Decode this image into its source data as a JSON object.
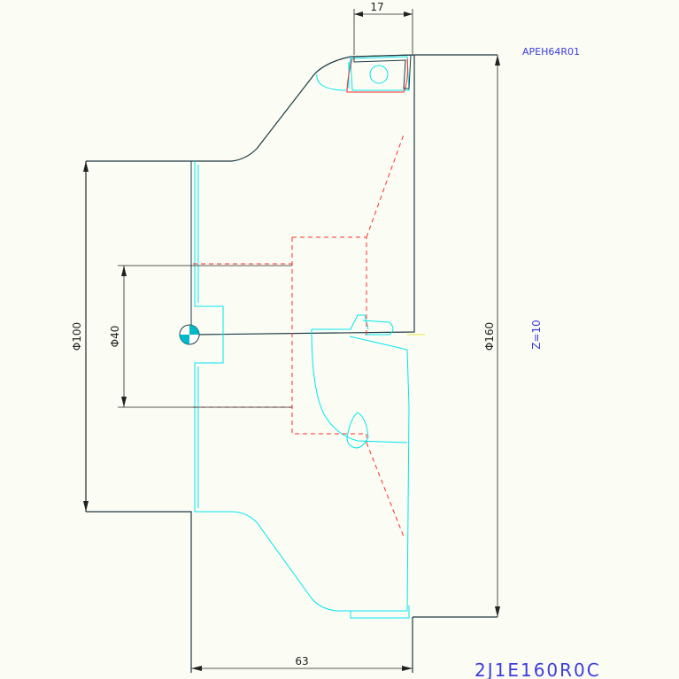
{
  "colors": {
    "background": "#fbfdf4",
    "outline": "#1c3a44",
    "insert": "#00e5f0",
    "hidden": "#ff2a2a",
    "dimension": "#222222",
    "annotation": "#3c3cdc"
  },
  "dimensions": {
    "insert_width": "17",
    "bore_diameter": "Φ40",
    "hub_diameter": "Φ100",
    "cutter_diameter": "Φ160",
    "cutter_height": "63"
  },
  "annotations": {
    "insert_code": "APEH64R01",
    "teeth_count": "Z=10",
    "part_number": "2J1E160R0C"
  },
  "icons": {
    "origin": "center-mark-icon"
  }
}
